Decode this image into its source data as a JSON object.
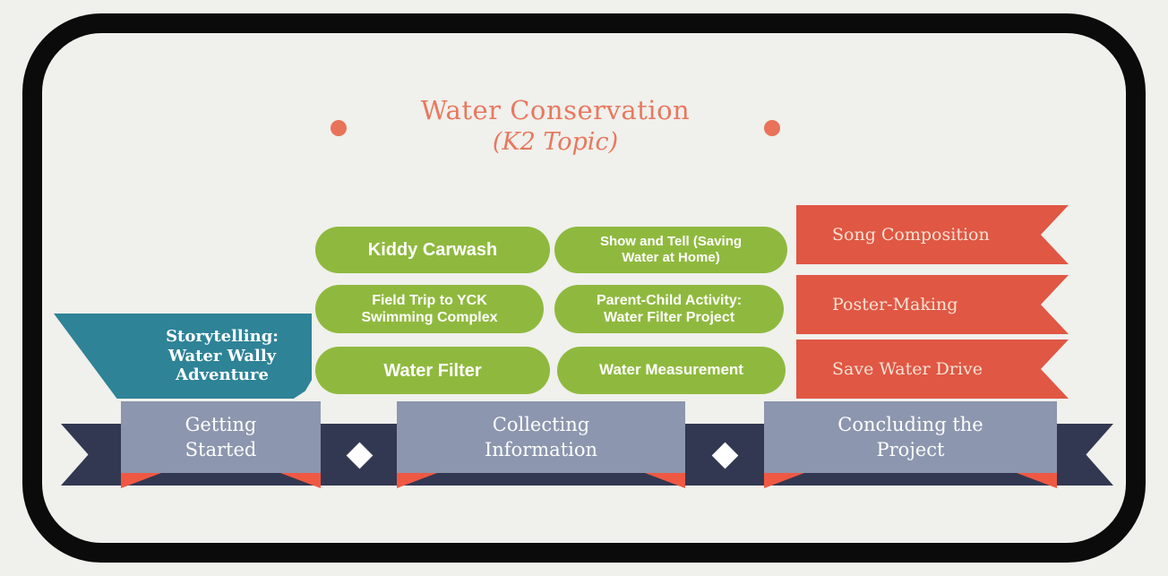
{
  "title": {
    "main": "Water Conservation",
    "subtitle": "(K2 Topic)"
  },
  "storytelling": {
    "label": "Storytelling:\nWater Wally\nAdventure"
  },
  "activities": [
    {
      "label": "Kiddy Carwash"
    },
    {
      "label": "Show and Tell (Saving\nWater at Home)"
    },
    {
      "label": "Field Trip to YCK\nSwimming Complex"
    },
    {
      "label": "Parent-Child Activity:\nWater Filter Project"
    },
    {
      "label": "Water Filter"
    },
    {
      "label": "Water Measurement"
    }
  ],
  "outcomes": [
    {
      "label": "Song Composition"
    },
    {
      "label": "Poster-Making"
    },
    {
      "label": "Save Water Drive"
    }
  ],
  "phases": [
    {
      "label": "Getting\nStarted"
    },
    {
      "label": "Collecting\nInformation"
    },
    {
      "label": "Concluding the\nProject"
    }
  ],
  "colors": {
    "background": "#f0f0ec",
    "frame": "#0b0b0b",
    "title_coral": "#e8785e",
    "teal_banner": "#2e8397",
    "activity_green": "#8fb93e",
    "outcome_red": "#e05744",
    "outcome_text_cream": "#f6e3d3",
    "ribbon_navy": "#333852",
    "phase_gray": "#8c96ae",
    "fold_red": "#ef5843",
    "white_text": "#ffffff"
  }
}
